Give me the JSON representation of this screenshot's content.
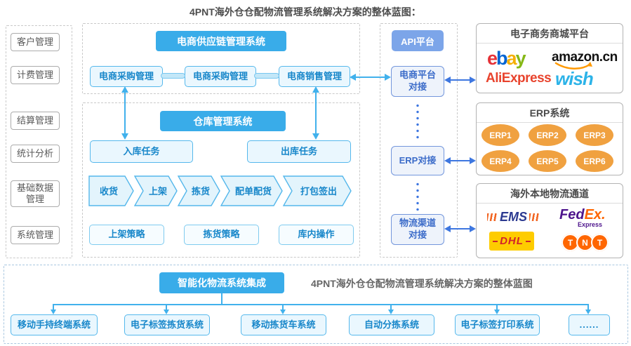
{
  "title": "4PNT海外仓仓配物流管理系统解决方案的整体蓝图：",
  "sidebar": {
    "items": [
      "客户管理",
      "计费管理",
      "结算管理",
      "统计分析",
      "基础数据管理",
      "系统管理"
    ]
  },
  "supply_chain": {
    "header": "电商供应链管理系统",
    "boxes": [
      "电商采购管理",
      "电商采购管理",
      "电商销售管理"
    ]
  },
  "warehouse": {
    "header": "仓库管理系统",
    "inbound": "入库任务",
    "outbound": "出库任务",
    "process_steps": [
      "收货",
      "上架",
      "拣货",
      "配单配货",
      "打包签出"
    ],
    "strategies": [
      "上架策略",
      "拣货策略",
      "库内操作"
    ]
  },
  "api_platform": {
    "header": "API平台",
    "nodes": [
      "电商平台对接",
      "ERP对接",
      "物流渠道对接"
    ]
  },
  "right_panels": {
    "ecommerce": {
      "title": "电子商务商城平台",
      "ebay_letters": [
        "e",
        "b",
        "a",
        "y"
      ],
      "amazon": "amazon.cn",
      "aliexpress": "AliExpress",
      "wish": "wish"
    },
    "erp": {
      "title": "ERP系统",
      "items": [
        "ERP1",
        "ERP2",
        "ERP3",
        "ERP4",
        "ERP5",
        "ERP6"
      ]
    },
    "logistics": {
      "title": "海外本地物流通道",
      "ems": "EMS",
      "fedex_fed": "Fed",
      "fedex_ex": "Ex",
      "fedex_dot": ".",
      "fedex_sub": "Express",
      "dhl": "DHL",
      "tnt_letters": [
        "T",
        "N",
        "T"
      ]
    }
  },
  "bottom": {
    "header": "智能化物流系统集成",
    "caption": "4PNT海外仓仓配物流管理系统解决方案的整体蓝图",
    "boxes": [
      "移动手持终端系统",
      "电子标签拣货系统",
      "移动拣货车系统",
      "自动分拣系统",
      "电子标签打印系统",
      "......"
    ]
  },
  "colors": {
    "header_blue": "#39ACE9",
    "box_border_blue": "#55B8EC",
    "box_fill_blue": "#EAF7FE",
    "box_text_blue": "#1887CA",
    "api_header_blue": "#7CA5E9",
    "api_node_text": "#3C6CC9",
    "arrow_sky": "#41B1EC",
    "arrow_royal": "#3E77E0",
    "erp_orange": "#F0A140",
    "gray_text": "#595959"
  }
}
